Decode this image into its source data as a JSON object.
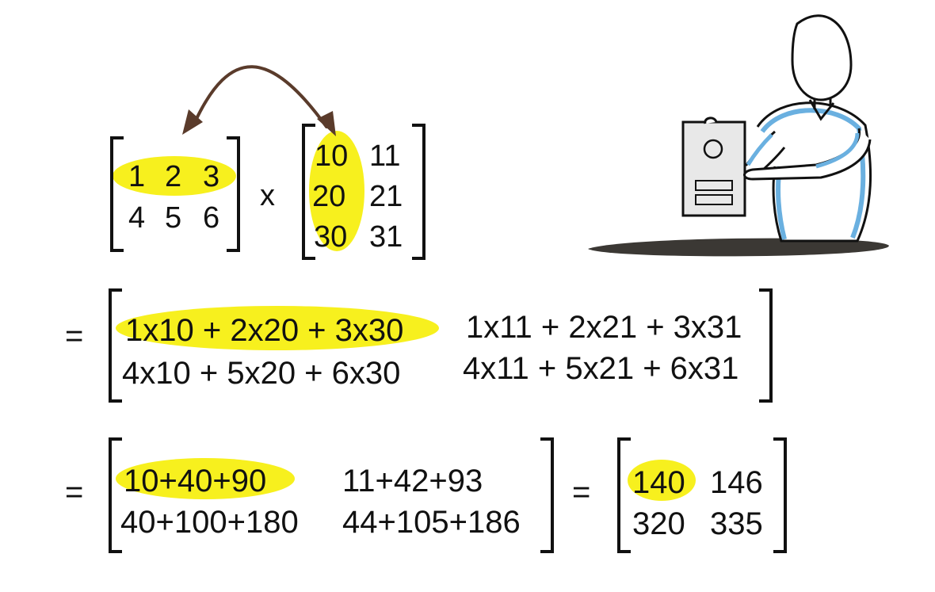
{
  "matrix_a": {
    "rows": [
      [
        "1",
        "2",
        "3"
      ],
      [
        "4",
        "5",
        "6"
      ]
    ]
  },
  "operator_times": "x",
  "matrix_b": {
    "rows": [
      [
        "10",
        "11"
      ],
      [
        "20",
        "21"
      ],
      [
        "30",
        "31"
      ]
    ]
  },
  "equals": "=",
  "expansion": {
    "r1c1": "1x10 + 2x20 + 3x30",
    "r1c2": "1x11 + 2x21 + 3x31",
    "r2c1": "4x10 + 5x20 + 6x30",
    "r2c2": "4x11 + 5x21 + 6x31"
  },
  "sums": {
    "r1c1": "10+40+90",
    "r1c2": "11+42+93",
    "r2c1": "40+100+180",
    "r2c2": "44+105+186"
  },
  "result": {
    "rows": [
      [
        "140",
        "146"
      ],
      [
        "320",
        "335"
      ]
    ]
  },
  "colors": {
    "highlight": "#f7f01e",
    "arrow": "#5a3b2b",
    "shirt": "#6ab0e0"
  },
  "icons": [
    "double-headed-arrow-icon",
    "presenter-figure-icon"
  ]
}
